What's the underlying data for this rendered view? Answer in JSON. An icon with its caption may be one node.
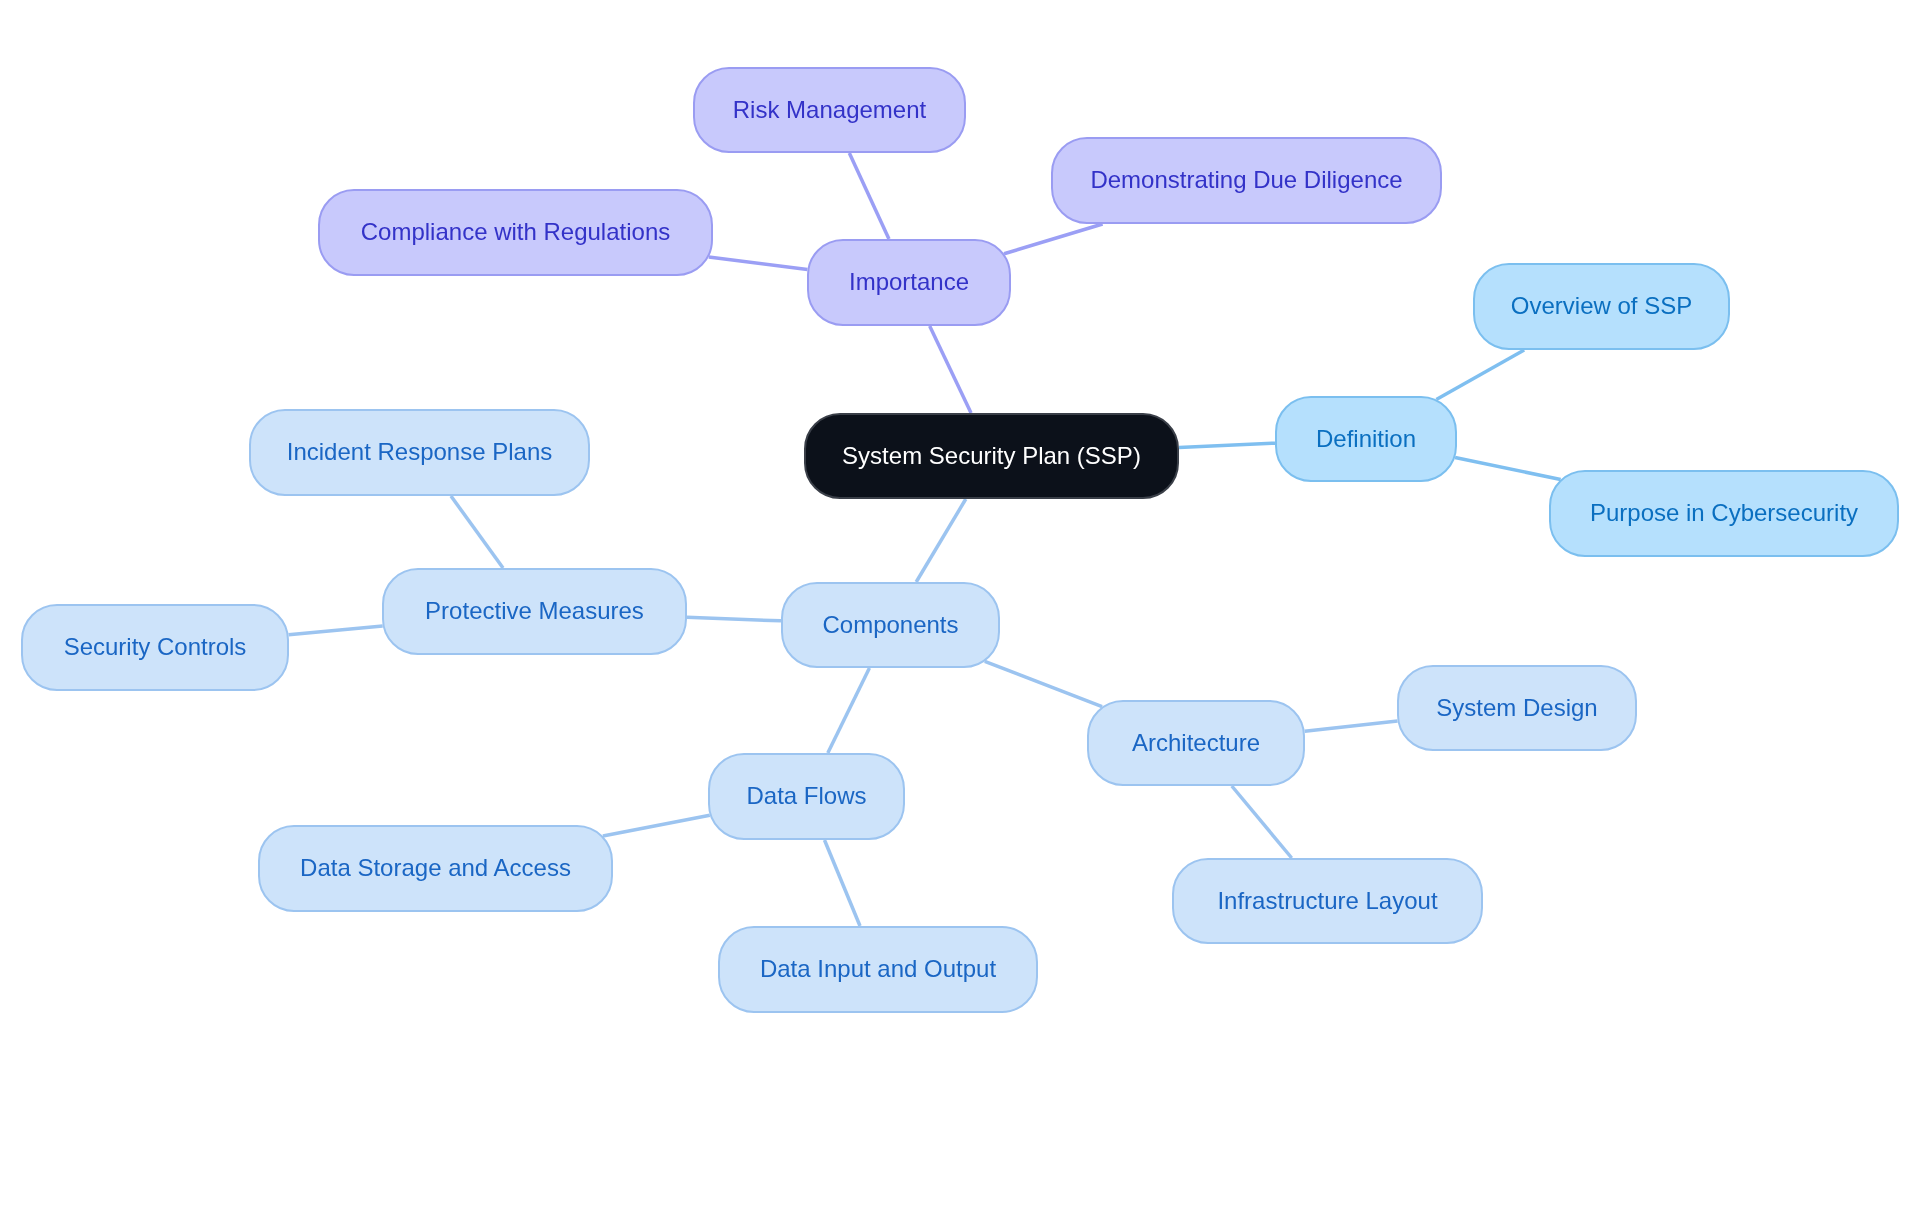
{
  "diagram": {
    "nodes": [
      {
        "text": [
          "System Security Plan (SSP)"
        ]
      },
      {
        "text": [
          "Importance"
        ]
      },
      {
        "text": [
          "Risk Management"
        ]
      },
      {
        "text": [
          "Demonstrating Due Diligence"
        ]
      },
      {
        "text": [
          "Compliance with Regulations"
        ]
      },
      {
        "text": [
          "Definition"
        ]
      },
      {
        "text": [
          "Overview of SSP"
        ]
      },
      {
        "text": [
          "Purpose in Cybersecurity"
        ]
      },
      {
        "text": [
          "Components"
        ]
      },
      {
        "text": [
          "Protective Measures"
        ]
      },
      {
        "text": [
          "Incident Response Plans"
        ]
      },
      {
        "text": [
          "Security Controls"
        ]
      },
      {
        "text": [
          "Data Flows"
        ]
      },
      {
        "text": [
          "Data Storage and Access"
        ]
      },
      {
        "text": [
          "Data Input and Output"
        ]
      },
      {
        "text": [
          "Architecture"
        ]
      },
      {
        "text": [
          "System Design"
        ]
      },
      {
        "text": [
          "Infrastructure Layout"
        ]
      }
    ],
    "edges": [
      {
        "from": 0,
        "to": 1,
        "arrow": "none",
        "color": "#9b9ff5"
      },
      {
        "from": 1,
        "to": 2,
        "arrow": "none",
        "color": "#9b9ff5"
      },
      {
        "from": 1,
        "to": 3,
        "arrow": "none",
        "color": "#9b9ff5"
      },
      {
        "from": 1,
        "to": 4,
        "arrow": "none",
        "color": "#9b9ff5"
      },
      {
        "from": 0,
        "to": 5,
        "arrow": "none",
        "color": "#7fbff0"
      },
      {
        "from": 5,
        "to": 6,
        "arrow": "none",
        "color": "#7fbff0"
      },
      {
        "from": 5,
        "to": 7,
        "arrow": "none",
        "color": "#7fbff0"
      },
      {
        "from": 0,
        "to": 8,
        "arrow": "none"
      },
      {
        "from": 8,
        "to": 9,
        "arrow": "none"
      },
      {
        "from": 9,
        "to": 10,
        "arrow": "none"
      },
      {
        "from": 9,
        "to": 11,
        "arrow": "none"
      },
      {
        "from": 8,
        "to": 12,
        "arrow": "none"
      },
      {
        "from": 12,
        "to": 13,
        "arrow": "none"
      },
      {
        "from": 12,
        "to": 14,
        "arrow": "none"
      },
      {
        "from": 8,
        "to": 15,
        "arrow": "none"
      },
      {
        "from": 15,
        "to": 16,
        "arrow": "none"
      },
      {
        "from": 15,
        "to": 17,
        "arrow": "none"
      }
    ]
  }
}
